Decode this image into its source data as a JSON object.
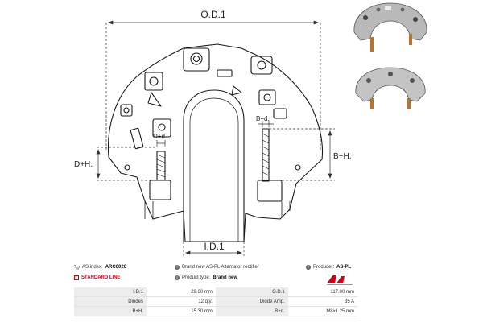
{
  "dimension_labels": {
    "od": "O.D.1",
    "id": "I.D.1",
    "d_plus_h": "D+H.",
    "b_plus_h": "B+H.",
    "d_plus_d": "D+d.",
    "b_plus_d": "B+d."
  },
  "info": {
    "as_index_label": "AS index:",
    "as_index_value": "ARC6020",
    "description": "Brand new AS-PL Alternator rectifier",
    "producer_label": "Producer:",
    "producer_value": "AS-PL",
    "standard_line": "STANDARD LINE",
    "product_type_label": "Product type:",
    "product_type_value": "Brand new"
  },
  "specs": [
    {
      "label1": "I.D.1",
      "value1": "29.60 mm",
      "label2": "O.D.1",
      "value2": "117.00 mm"
    },
    {
      "label1": "Diodes",
      "value1": "12 qty.",
      "label2": "Diode Amp.",
      "value2": "35 A"
    },
    {
      "label1": "B+H.",
      "value1": "15.30 mm",
      "label2": "B+d.",
      "value2": "M8x1.25 mm"
    }
  ],
  "icons": {
    "as_index": "cart-icon",
    "description": "info-icon",
    "producer": "info-icon",
    "standard_line": "square-icon",
    "product_type": "info-icon"
  },
  "colors": {
    "standard_line": "#d0021b",
    "table_label_bg": "#ededed",
    "logo_red": "#d0021b"
  }
}
